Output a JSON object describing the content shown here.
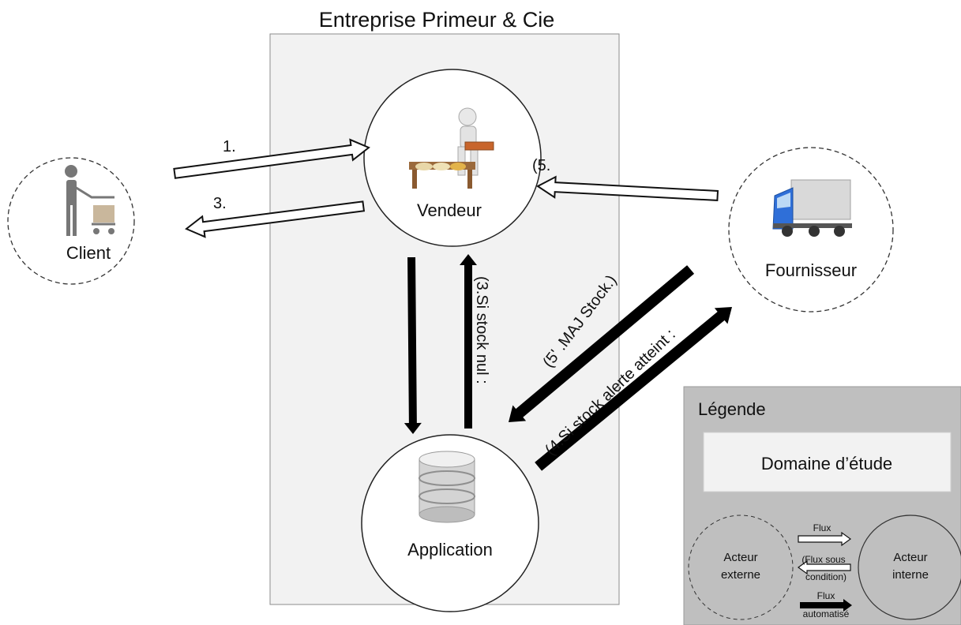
{
  "title": "Entreprise Primeur & Cie",
  "actors": {
    "client": "Client",
    "vendeur": "Vendeur",
    "fournisseur": "Fournisseur",
    "application": "Application"
  },
  "flows": {
    "f1": "1.",
    "f3": "3.",
    "f5": "(5.",
    "f3_cond": "(3.Si stock nul :",
    "f5_maj": "(5' .MAJ Stock.)",
    "f4_cond": "(4.Si stock alerte atteint :"
  },
  "legend": {
    "title": "Légende",
    "domain": "Domaine d’étude",
    "external_actor": [
      "Acteur",
      "externe"
    ],
    "internal_actor": [
      "Acteur",
      "interne"
    ],
    "flow": "Flux",
    "conditional_flow": [
      "(Flux sous",
      "condition)"
    ],
    "automated_flow": [
      "Flux",
      "automatisé"
    ]
  },
  "colors": {
    "domain_fill": "#f2f2f2",
    "legend_fill": "#bfbfbf",
    "automated_arrow": "#000000",
    "flow_arrow_fill": "#ffffff"
  },
  "icons": [
    "person-with-cart-icon",
    "vendor-with-stall-icon",
    "truck-icon",
    "database-icon"
  ]
}
